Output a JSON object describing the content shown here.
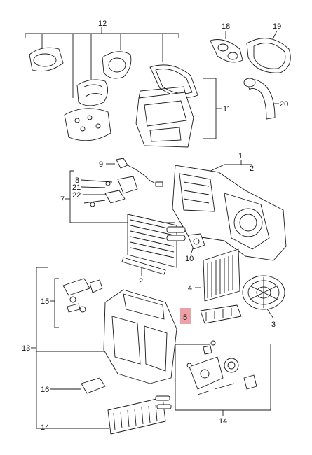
{
  "labels": {
    "l1": "1",
    "l2a": "2",
    "l2b": "2",
    "l3": "3",
    "l4": "4",
    "l5": "5",
    "l7": "7",
    "l8": "8",
    "l9": "9",
    "l10": "10",
    "l11": "11",
    "l12": "12",
    "l13": "13",
    "l14a": "14",
    "l14b": "14",
    "l15": "15",
    "l16": "16",
    "l18": "18",
    "l19": "19",
    "l20": "20",
    "l21": "21",
    "l22": "22"
  },
  "highlight_color": "#ec8f97",
  "highlighted_part": "5"
}
